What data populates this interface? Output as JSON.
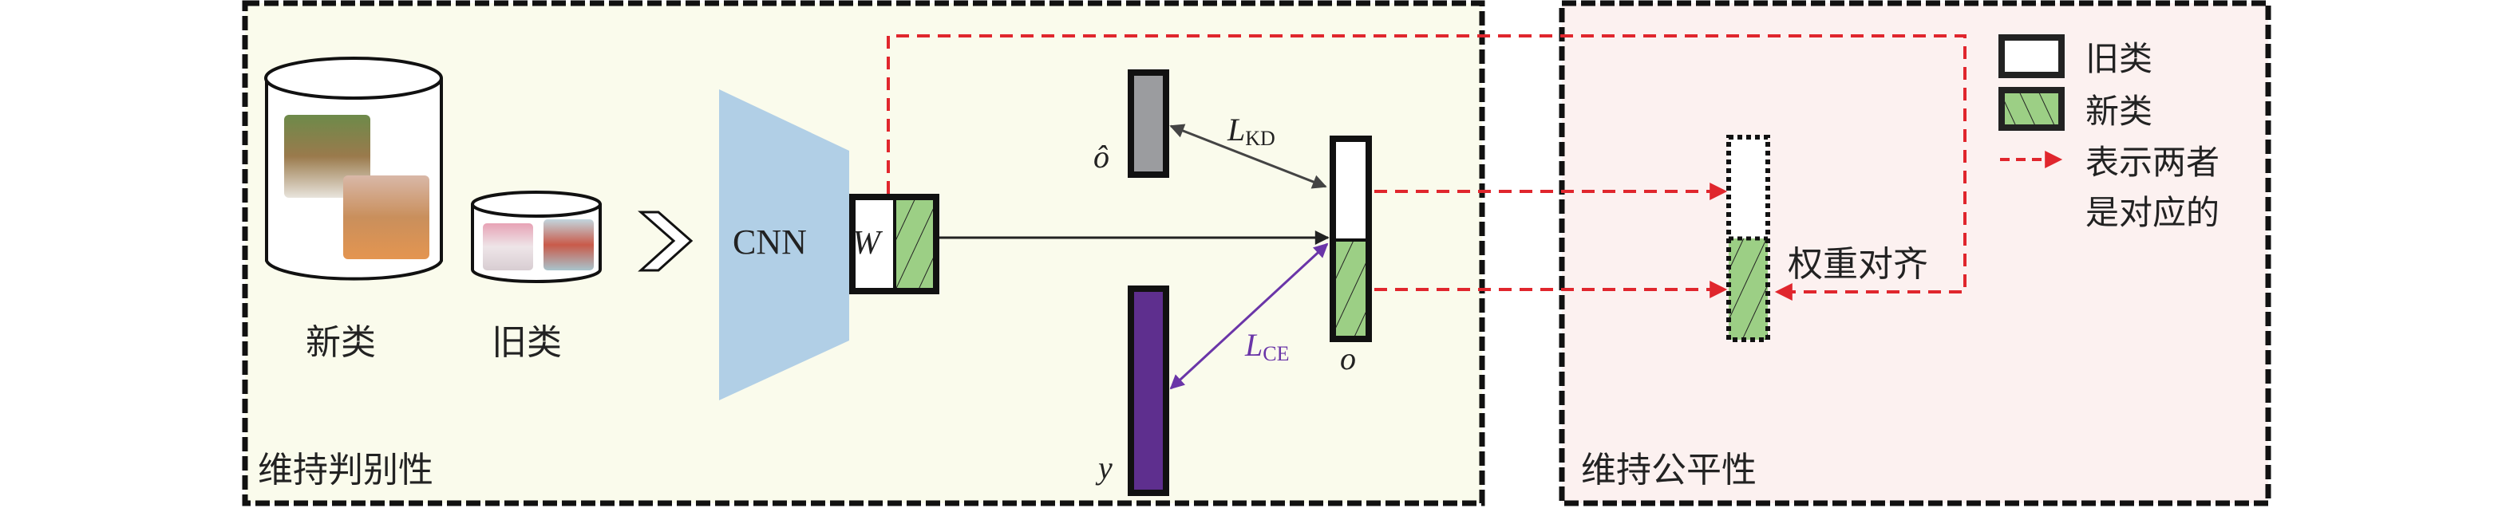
{
  "left_panel": {
    "title": "维持判别性",
    "new_class_label": "新类",
    "old_class_label": "旧类",
    "cnn_label": "CNN",
    "weight_label": "W",
    "o_hat_label": "ô",
    "o_label": "o",
    "y_label": "y",
    "lkd": {
      "main": "L",
      "sub": "KD"
    },
    "lce": {
      "main": "L",
      "sub": "CE"
    }
  },
  "right_panel": {
    "title": "维持公平性",
    "align_label": "权重对齐"
  },
  "legend": {
    "old_class": "旧类",
    "new_class": "新类",
    "arrow_line1": "表示两者",
    "arrow_line2": "是对应的"
  },
  "colors": {
    "left_bg": "#fafbec",
    "right_bg": "#fcf1f0",
    "new_class_green": "#9ccf85",
    "cnn_blue": "#b1cfe6",
    "target_purple": "#5e2f8e",
    "teacher_gray": "#9b9c9f",
    "correspond_red": "#e0262d"
  }
}
